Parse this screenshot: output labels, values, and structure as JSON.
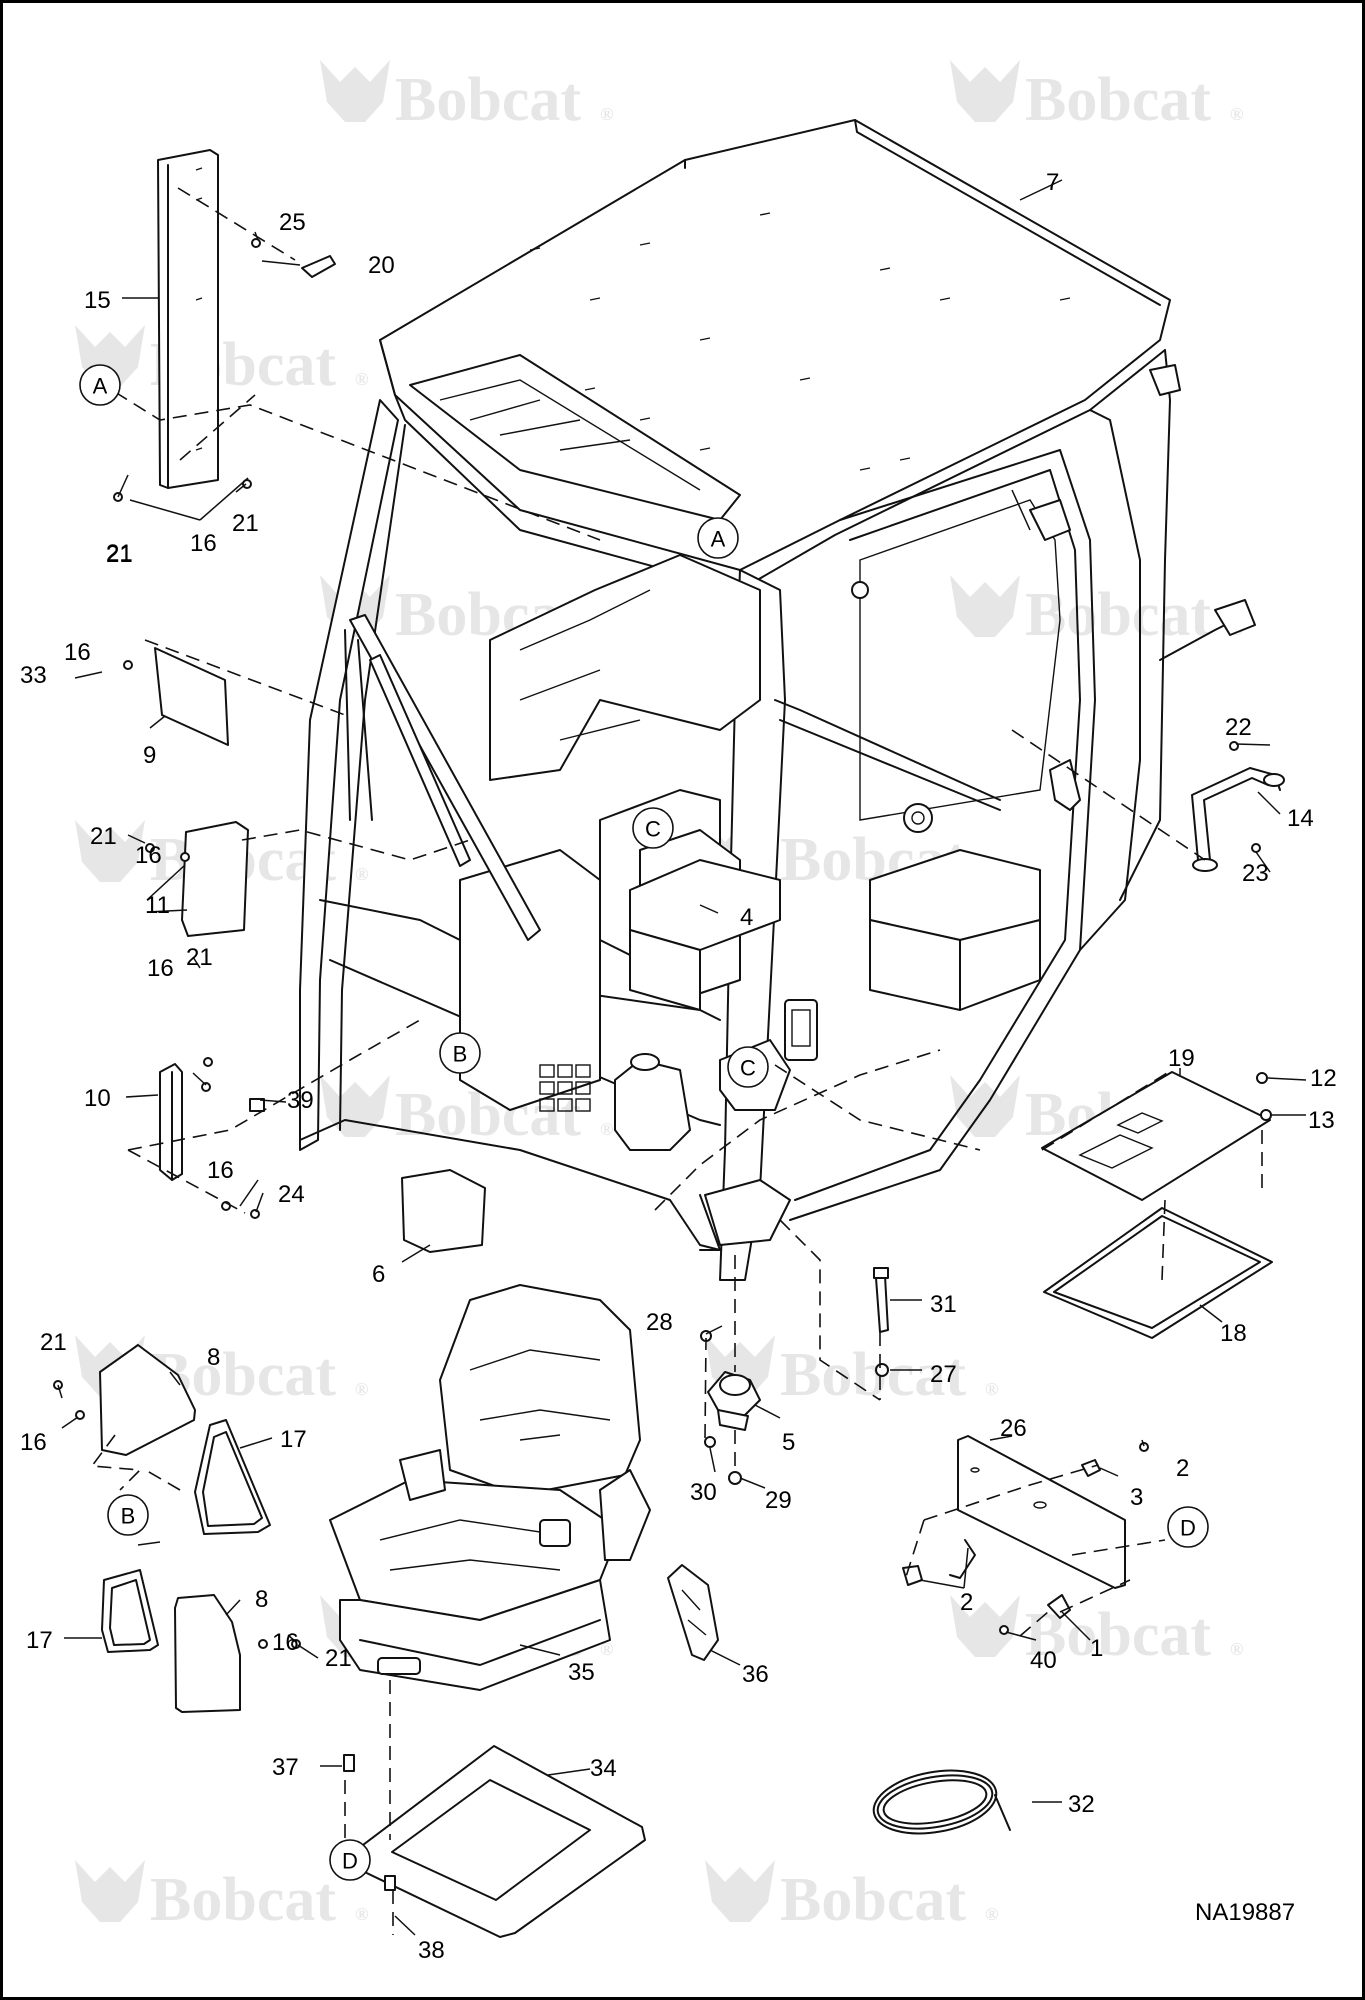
{
  "drawing_number": "NA19887",
  "watermark": {
    "text": "Bobcat",
    "trademark": "®",
    "positions_count": 12
  },
  "part_numbers": [
    "1",
    "2",
    "2",
    "3",
    "4",
    "5",
    "6",
    "7",
    "8",
    "8",
    "9",
    "10",
    "11",
    "12",
    "13",
    "14",
    "15",
    "16",
    "16",
    "16",
    "16",
    "16",
    "16",
    "16",
    "17",
    "17",
    "18",
    "19",
    "20",
    "21",
    "21",
    "21",
    "21",
    "21",
    "21",
    "21",
    "22",
    "23",
    "24",
    "25",
    "26",
    "27",
    "28",
    "29",
    "30",
    "31",
    "32",
    "33",
    "34",
    "35",
    "36",
    "37",
    "38",
    "39",
    "40"
  ],
  "reference_callouts": [
    "A",
    "A",
    "B",
    "B",
    "C",
    "C",
    "D",
    "D"
  ],
  "colors": {
    "line": "#111111",
    "watermark": "#e6e6e6",
    "background": "#ffffff"
  }
}
